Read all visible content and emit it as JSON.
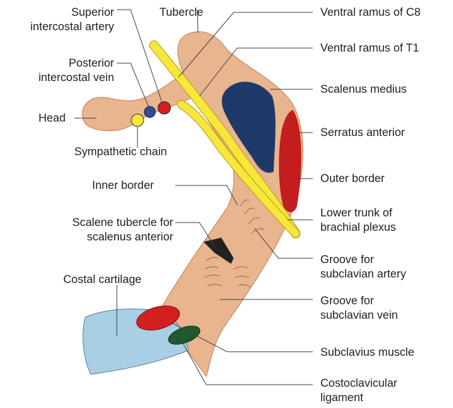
{
  "colors": {
    "bone": "#e9b58f",
    "bone_shadow": "#c98d64",
    "nerve": "#f6e73a",
    "nerve_outline": "#b79a1b",
    "scalenus_medius": "#1f3a68",
    "serratus_anterior": "#c41d1d",
    "cartilage": "#a9cfe4",
    "subclavius": "#d41f1f",
    "ligament": "#1e5a2c",
    "leader": "#444444"
  },
  "labels": {
    "superior_intercostal_artery": "Superior\nintercostal artery",
    "tubercle": "Tubercle",
    "ventral_ramus_c8": "Ventral ramus of C8",
    "ventral_ramus_t1": "Ventral ramus of T1",
    "posterior_intercostal_vein": "Posterior\nintercostal vein",
    "scalenus_medius": "Scalenus medius",
    "head": "Head",
    "serratus_anterior": "Serratus anterior",
    "sympathetic_chain": "Sympathetic chain",
    "inner_border": "Inner border",
    "outer_border": "Outer border",
    "lower_trunk": "Lower trunk of\nbrachial plexus",
    "scalene_tubercle": "Scalene tubercle for\nscalenus anterior",
    "groove_subclavian_artery": "Groove for\nsubclavian artery",
    "costal_cartilage": "Costal cartilage",
    "groove_subclavian_vein": "Groove for\nsubclavian vein",
    "subclavius_muscle": "Subclavius muscle",
    "costoclavicular_ligament": "Costoclavicular\nligament"
  }
}
